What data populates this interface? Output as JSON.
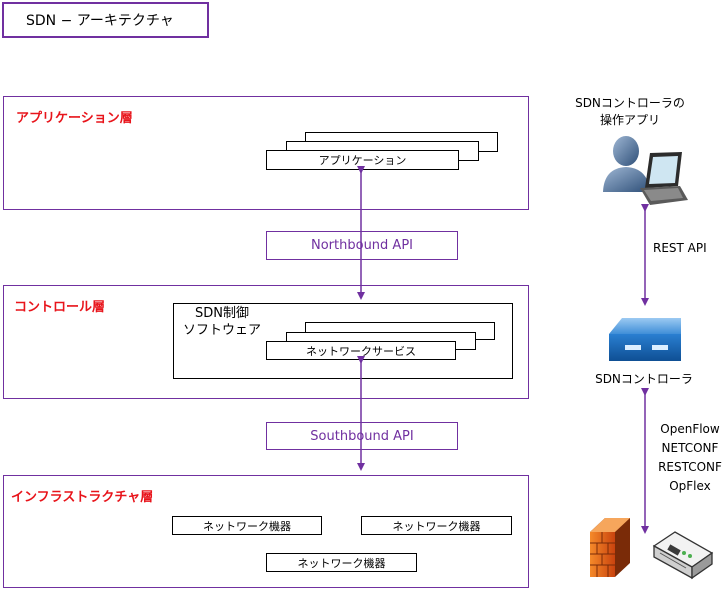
{
  "title": "SDN − アーキテクチャ",
  "layers": {
    "application": {
      "label": "アプリケーション層",
      "app_box": "アプリケーション"
    },
    "control": {
      "label": "コントロール層",
      "software_line1": "SDN制御",
      "software_line2": "ソフトウェア",
      "service_box": "ネットワークサービス"
    },
    "infrastructure": {
      "label": "インフラストラクチャ層",
      "devices": [
        "ネットワーク機器",
        "ネットワーク機器",
        "ネットワーク機器"
      ]
    }
  },
  "apis": {
    "northbound": "Northbound API",
    "southbound": "Southbound API"
  },
  "right_panel": {
    "operator_app_line1": "SDNコントローラの",
    "operator_app_line2": "操作アプリ",
    "rest_api": "REST API",
    "controller_label": "SDNコントローラ",
    "protocols": [
      "OpenFlow",
      "NETCONF",
      "RESTCONF",
      "OpFlex"
    ]
  },
  "colors": {
    "border": "#7030a0",
    "layer_label": "#e8141b",
    "arrow": "#7030a0",
    "controller": "#1f6fc0"
  }
}
